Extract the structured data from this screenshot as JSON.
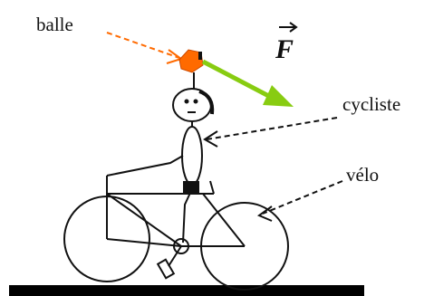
{
  "labels": {
    "ball": "balle",
    "cyclist": "cycliste",
    "bike": "vélo",
    "force": "F"
  },
  "colors": {
    "background": "#ffffff",
    "stroke": "#111111",
    "ball": "#ff6a00",
    "ball_pointer": "#ff6a00",
    "force_vector": "#88cc11",
    "ground": "#000000"
  }
}
